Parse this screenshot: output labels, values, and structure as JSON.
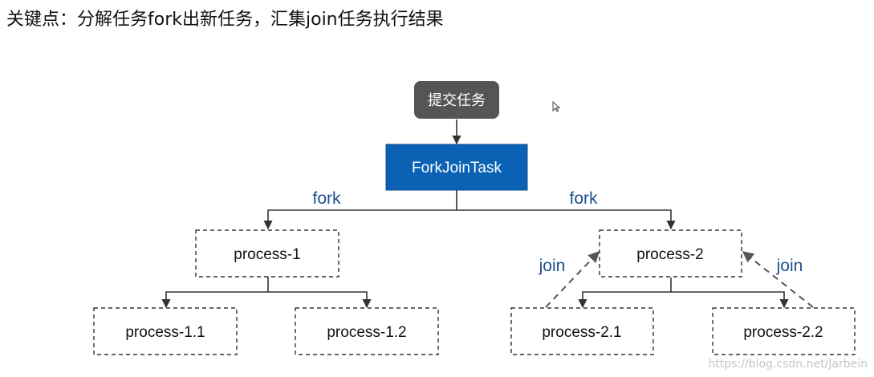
{
  "heading": "关键点：分解任务fork出新任务，汇集join任务执行结果",
  "nodes": {
    "submit": "提交任务",
    "root": "ForkJoinTask",
    "p1": "process-1",
    "p2": "process-2",
    "p11": "process-1.1",
    "p12": "process-1.2",
    "p21": "process-2.1",
    "p22": "process-2.2"
  },
  "edge_labels": {
    "fork_left": "fork",
    "fork_right": "fork",
    "join_left": "join",
    "join_right": "join"
  },
  "colors": {
    "root_fill": "#0b62b5",
    "submit_fill": "#555555",
    "edge_label": "#1f4e8c"
  },
  "watermark": "https://blog.csdn.net/Jarbein"
}
